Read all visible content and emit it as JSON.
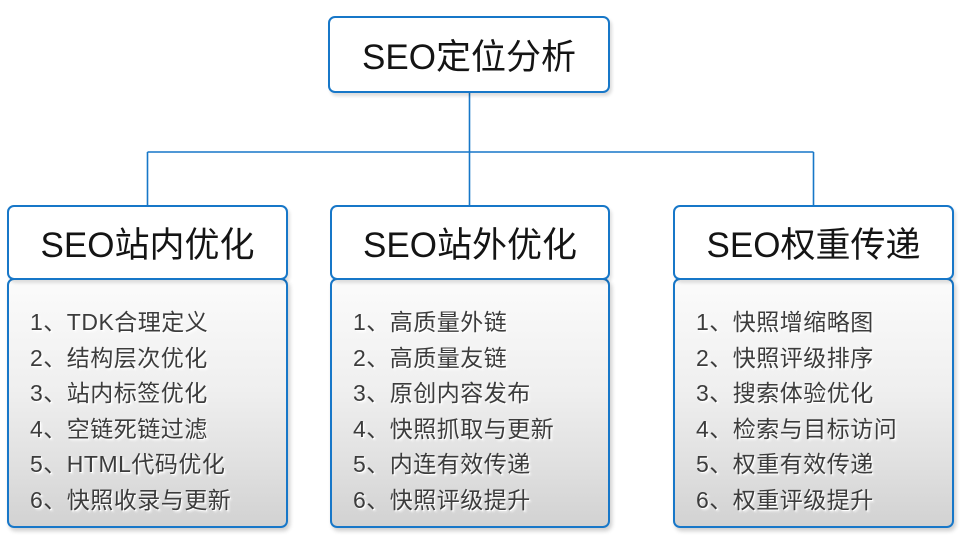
{
  "diagram": {
    "title": "SEO定位分析",
    "branches": [
      {
        "title": "SEO站内优化",
        "items": [
          "1、TDK合理定义",
          "2、结构层次优化",
          "3、站内标签优化",
          "4、空链死链过滤",
          "5、HTML代码优化",
          "6、快照收录与更新"
        ]
      },
      {
        "title": "SEO站外优化",
        "items": [
          "1、高质量外链",
          "2、高质量友链",
          "3、原创内容发布",
          "4、快照抓取与更新",
          "5、内连有效传递",
          "6、快照评级提升"
        ]
      },
      {
        "title": "SEO权重传递",
        "items": [
          "1、快照增缩略图",
          "2、快照评级排序",
          "3、搜索体验优化",
          "4、检索与目标访问",
          "5、权重有效传递",
          "6、权重评级提升"
        ]
      }
    ],
    "colors": {
      "accent_blue": "#1777c8",
      "panel_gradient_top": "#fbfbfb",
      "panel_gradient_bottom": "#d2d2d2",
      "list_text": "#3c3c3c",
      "title_text": "#141414",
      "background": "#ffffff"
    }
  }
}
